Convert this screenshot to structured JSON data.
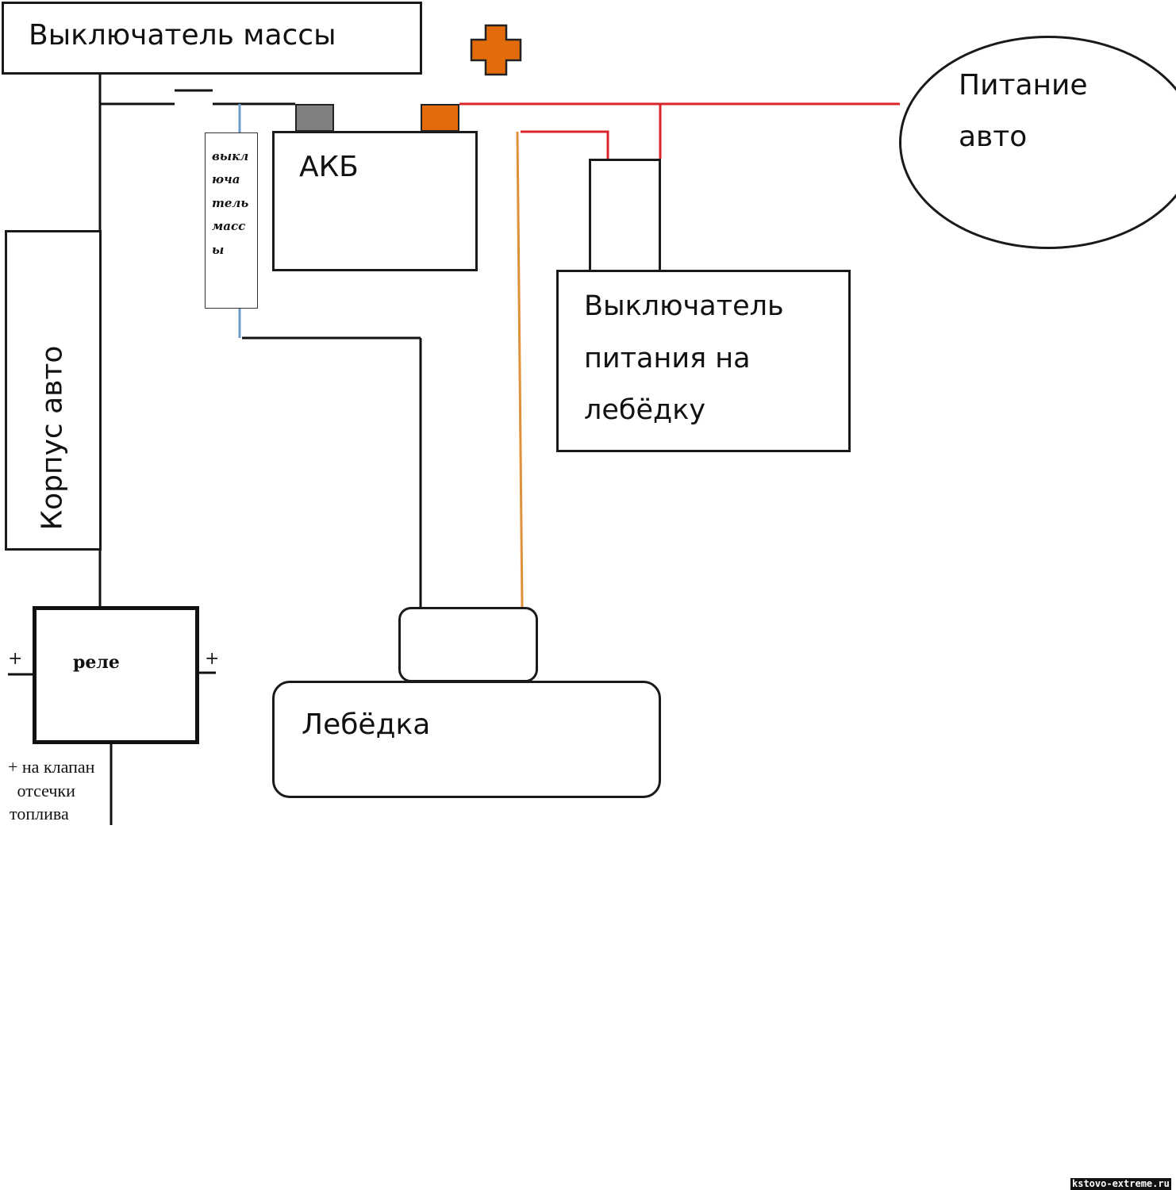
{
  "labels": {
    "mass_switch": "Выключатель массы",
    "car_body": "Корпус  авто",
    "battery": "АКБ",
    "winch_switch": [
      "Выключатель",
      "питания на",
      "лебёдку"
    ],
    "car_power": [
      "Питание",
      "авто"
    ],
    "small_mass_switch": [
      "выкл",
      "юча",
      "тель",
      "масс",
      "ы"
    ],
    "relay": "реле",
    "relay_plus_left": "+",
    "relay_plus_right": "+",
    "relay_note": [
      "+ на клапан",
      " отсечки",
      "топлива"
    ],
    "winch": "Лебёдка",
    "watermark": "kstovo-extreme.ru"
  },
  "colors": {
    "positive_wire": "#d9262c",
    "winch_feed_wire": "#e0913a",
    "ground_sense_wire": "#6f9bc8",
    "positive_terminal": "#e36c0a",
    "negative_terminal": "#808080",
    "plus_symbol": "#e36c0a"
  },
  "icons": {
    "plus_symbol": "plus-icon",
    "battery_negative_terminal": "negative-terminal",
    "battery_positive_terminal": "positive-terminal"
  }
}
